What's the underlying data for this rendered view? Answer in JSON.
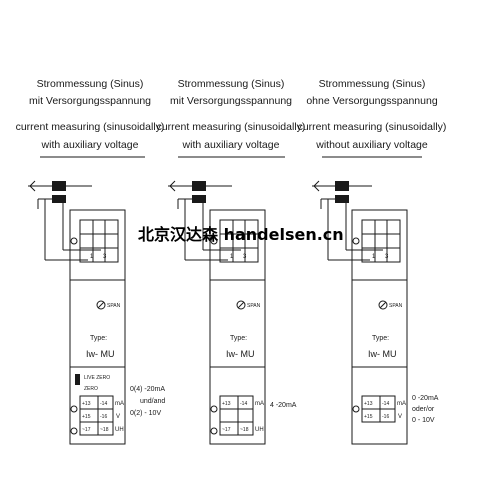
{
  "columns": [
    {
      "caption": [
        "Strommessung (Sinus)",
        "mit Versorgungsspannung",
        "current measuring (sinusoidally)",
        "with auxiliary voltage"
      ],
      "terminals": [
        "1",
        "3"
      ],
      "span": "SPAN",
      "type_label": "Type:",
      "model": "Iw- MU",
      "live_zero": "LIVE ZERO",
      "zero": "ZERO",
      "rows": [
        {
          "a": "+13",
          "b": "-14",
          "unit": "mA"
        },
        {
          "a": "+15",
          "b": "-16",
          "unit": "V"
        },
        {
          "a": "~17",
          "b": "~18",
          "unit": "UH"
        }
      ],
      "output": [
        "0(4) -20mA",
        "und/and",
        "0(2) - 10V"
      ]
    },
    {
      "caption": [
        "Strommessung (Sinus)",
        "mit Versorgungsspannung",
        "current measuring (sinusoidally)",
        "with auxiliary voltage"
      ],
      "terminals": [
        "1",
        "3"
      ],
      "span": "SPAN",
      "type_label": "Type:",
      "model": "Iw- MU",
      "rows": [
        {
          "a": "+13",
          "b": "-14",
          "unit": "mA"
        },
        {
          "a": "",
          "b": "",
          "unit": ""
        },
        {
          "a": "~17",
          "b": "~18",
          "unit": "UH"
        }
      ],
      "output": [
        "4 -20mA"
      ]
    },
    {
      "caption": [
        "Strommessung (Sinus)",
        "ohne Versorgungsspannung",
        "current measuring (sinusoidally)",
        "without auxiliary voltage"
      ],
      "terminals": [
        "1",
        "3"
      ],
      "span": "SPAN",
      "type_label": "Type:",
      "model": "Iw- MU",
      "rows": [
        {
          "a": "+13",
          "b": "-14",
          "unit": "mA"
        },
        {
          "a": "+15",
          "b": "-16",
          "unit": "V"
        }
      ],
      "output": [
        "0 -20mA",
        "oder/or",
        "0 - 10V"
      ]
    }
  ],
  "watermark": "北京汉达森 handelsen.cn"
}
